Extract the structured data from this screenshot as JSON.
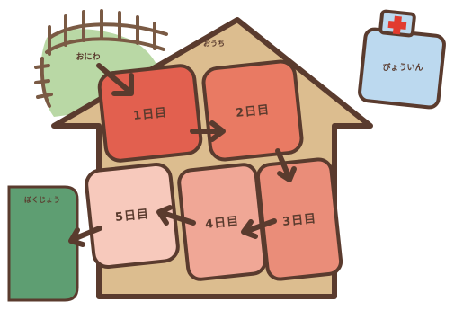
{
  "places": {
    "garden": "おにわ",
    "house": "おうち",
    "hospital": "びょういん",
    "farm": "ぼくじょう"
  },
  "rooms": [
    {
      "label": "1日目",
      "color": "#e2604f"
    },
    {
      "label": "2日目",
      "color": "#e97a63"
    },
    {
      "label": "3日目",
      "color": "#ea8d79"
    },
    {
      "label": "4日目",
      "color": "#f0a796"
    },
    {
      "label": "5日目",
      "color": "#f7c9bc"
    }
  ],
  "colors": {
    "outline": "#5a3b2e",
    "house_fill": "#dcbd8f",
    "garden_fill": "#b9d8a5",
    "hospital_fill": "#bcd9ef",
    "farm_fill": "#5e9e72",
    "cross": "#e23b2f"
  },
  "icons": {
    "hospital_symbol": "red-cross-icon"
  }
}
